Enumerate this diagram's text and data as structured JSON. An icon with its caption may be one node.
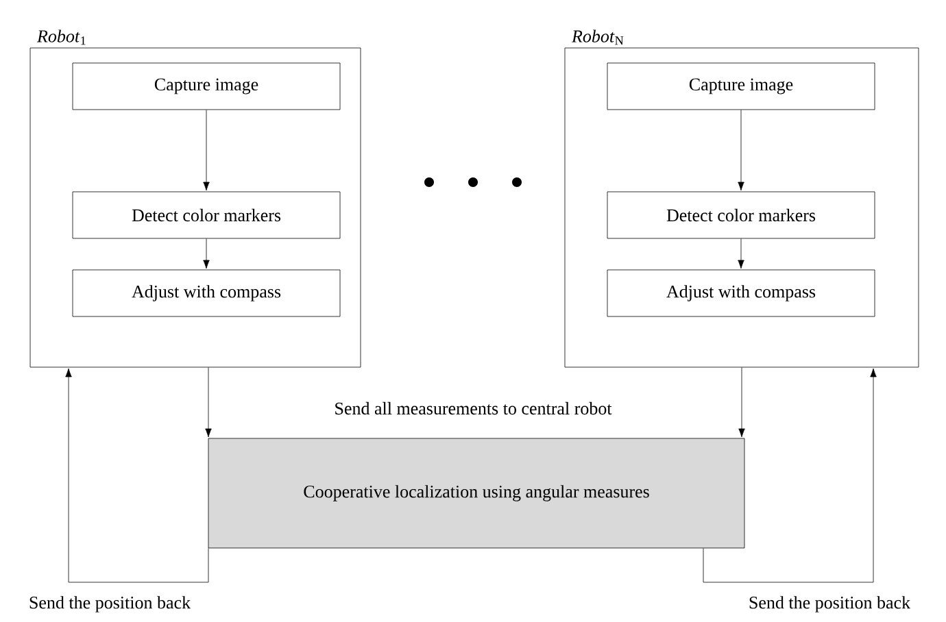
{
  "diagram": {
    "nodes": [
      {
        "text": [
          "*Robot*$_{1}$"
        ]
      },
      {
        "text": [
          "Capture image"
        ],
        "in": 0
      },
      {
        "text": [
          "Detect color markers"
        ],
        "in": 0
      },
      {
        "text": [
          "Adjust with compass"
        ],
        "in": 0
      },
      {
        "text": [
          "*Robot*$_{N}$"
        ]
      },
      {
        "text": [
          "Capture image"
        ],
        "in": 4
      },
      {
        "text": [
          "Detect color markers"
        ],
        "in": 4
      },
      {
        "text": [
          "Adjust with compass"
        ],
        "in": 4
      },
      {
        "text": [
          "Cooperative localization using angular measures"
        ]
      }
    ],
    "edges": [
      {
        "from": 1,
        "to": 2,
        "arrow": "to"
      },
      {
        "from": 2,
        "to": 3,
        "arrow": "to"
      },
      {
        "from": 5,
        "to": 6,
        "arrow": "to"
      },
      {
        "from": 6,
        "to": 7,
        "arrow": "to"
      },
      {
        "from": 0,
        "to": 8,
        "arrow": "to"
      },
      {
        "from": 4,
        "to": 8,
        "arrow": "to"
      },
      {
        "from": 8,
        "to": 0,
        "arrow": "to",
        "label": "Send the position back"
      },
      {
        "from": 8,
        "to": 4,
        "arrow": "to",
        "label": "Send the position back"
      }
    ],
    "labels": [
      "Send all measurements to central robot"
    ]
  }
}
